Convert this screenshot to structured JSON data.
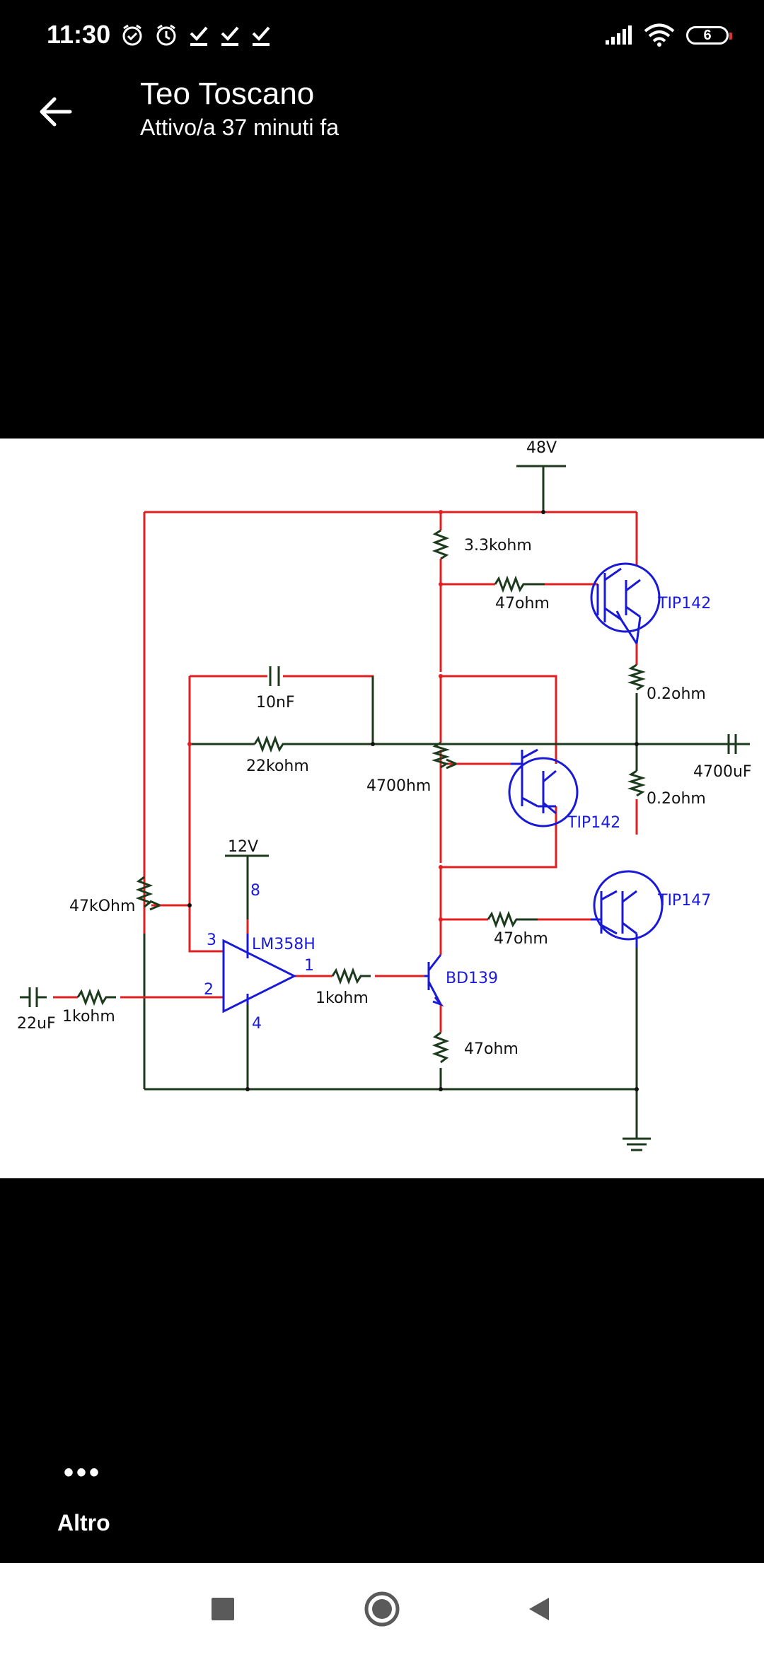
{
  "status_bar": {
    "time": "11:30",
    "battery": "6",
    "left_icons": [
      "alarm-check-icon",
      "alarm-icon",
      "download-done-icon",
      "download-done-icon",
      "download-done-icon"
    ],
    "right_icons": [
      "signal-icon",
      "wifi-icon",
      "battery-icon"
    ]
  },
  "header": {
    "name": "Teo Toscano",
    "status": "Attivo/a 37 minuti fa",
    "back_icon": "arrow-back-icon"
  },
  "schematic": {
    "supply_48v": "48V",
    "supply_12v": "12V",
    "r_3k3": "3.3kohm",
    "r_47_top": "47ohm",
    "q_tip142_top": "TIP142",
    "r_02_top": "0.2ohm",
    "c_10nf": "10nF",
    "r_22k": "22kohm",
    "c_4700uf": "4700uF",
    "pot_470": "4700hm",
    "q_tip142_mid": "TIP142",
    "r_02_bottom": "0.2ohm",
    "pot_47k": "47kOhm",
    "opamp": "LM358H",
    "pin_3": "3",
    "pin_8": "8",
    "pin_1": "1",
    "pin_2": "2",
    "pin_4": "4",
    "q_tip147": "TIP147",
    "r_47_bottom": "47ohm",
    "r_1k_out": "1kohm",
    "q_bd139": "BD139",
    "c_22uf": "22uF",
    "r_1k_in": "1kohm",
    "r_47_emitter": "47ohm"
  },
  "controls": {
    "more_label": "Altro",
    "more_dots": "•••"
  },
  "nav_bar": {
    "recents_icon": "square-icon",
    "home_icon": "circle-home-icon",
    "back_icon": "triangle-back-icon"
  },
  "colors": {
    "wire_red": "#e02020",
    "wire_black": "#1c3a1c",
    "component_blue": "#1a1ad6"
  }
}
